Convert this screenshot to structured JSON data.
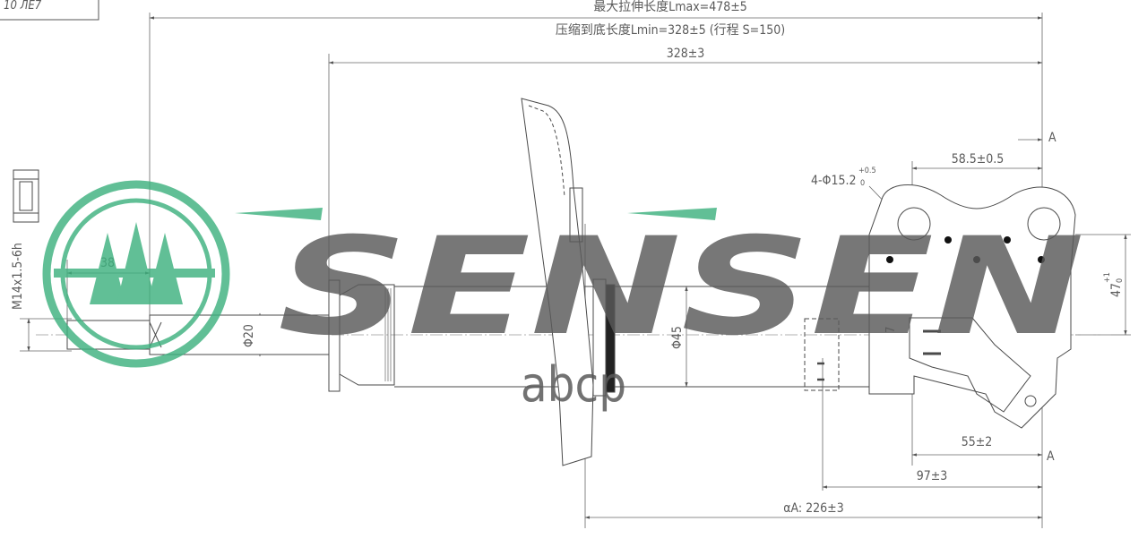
{
  "drawing": {
    "corner_note": "10 ЛЕ7",
    "dim_lmax": "最大拉伸长度Lmax=478±5",
    "dim_lmin": "压缩到底长度Lmin=328±5 (行程 S=150)",
    "dim_328": "328±3",
    "dim_58_5": "58.5±0.5",
    "hole_spec": "4-Φ15.2",
    "hole_tol_upper": "+0.5",
    "hole_tol_lower": "0",
    "section_mark_top": "A",
    "section_mark_bottom": "A",
    "dim_47": "47",
    "dim_47_tol_upper": "+1",
    "dim_47_tol_lower": "0",
    "dim_thread": "M14x1.5-6h",
    "dim_38": "38",
    "dim_d20": "Φ20",
    "dim_d45": "Φ45",
    "dim_7": "7",
    "dim_55": "55±2",
    "dim_97": "97±3",
    "dim_226": "αA: 226±3"
  },
  "watermark": {
    "brand": "SENSEN",
    "brand_color": "#3fb27f",
    "secondary": "abcp",
    "secondary_color": "#c8c8c8"
  }
}
